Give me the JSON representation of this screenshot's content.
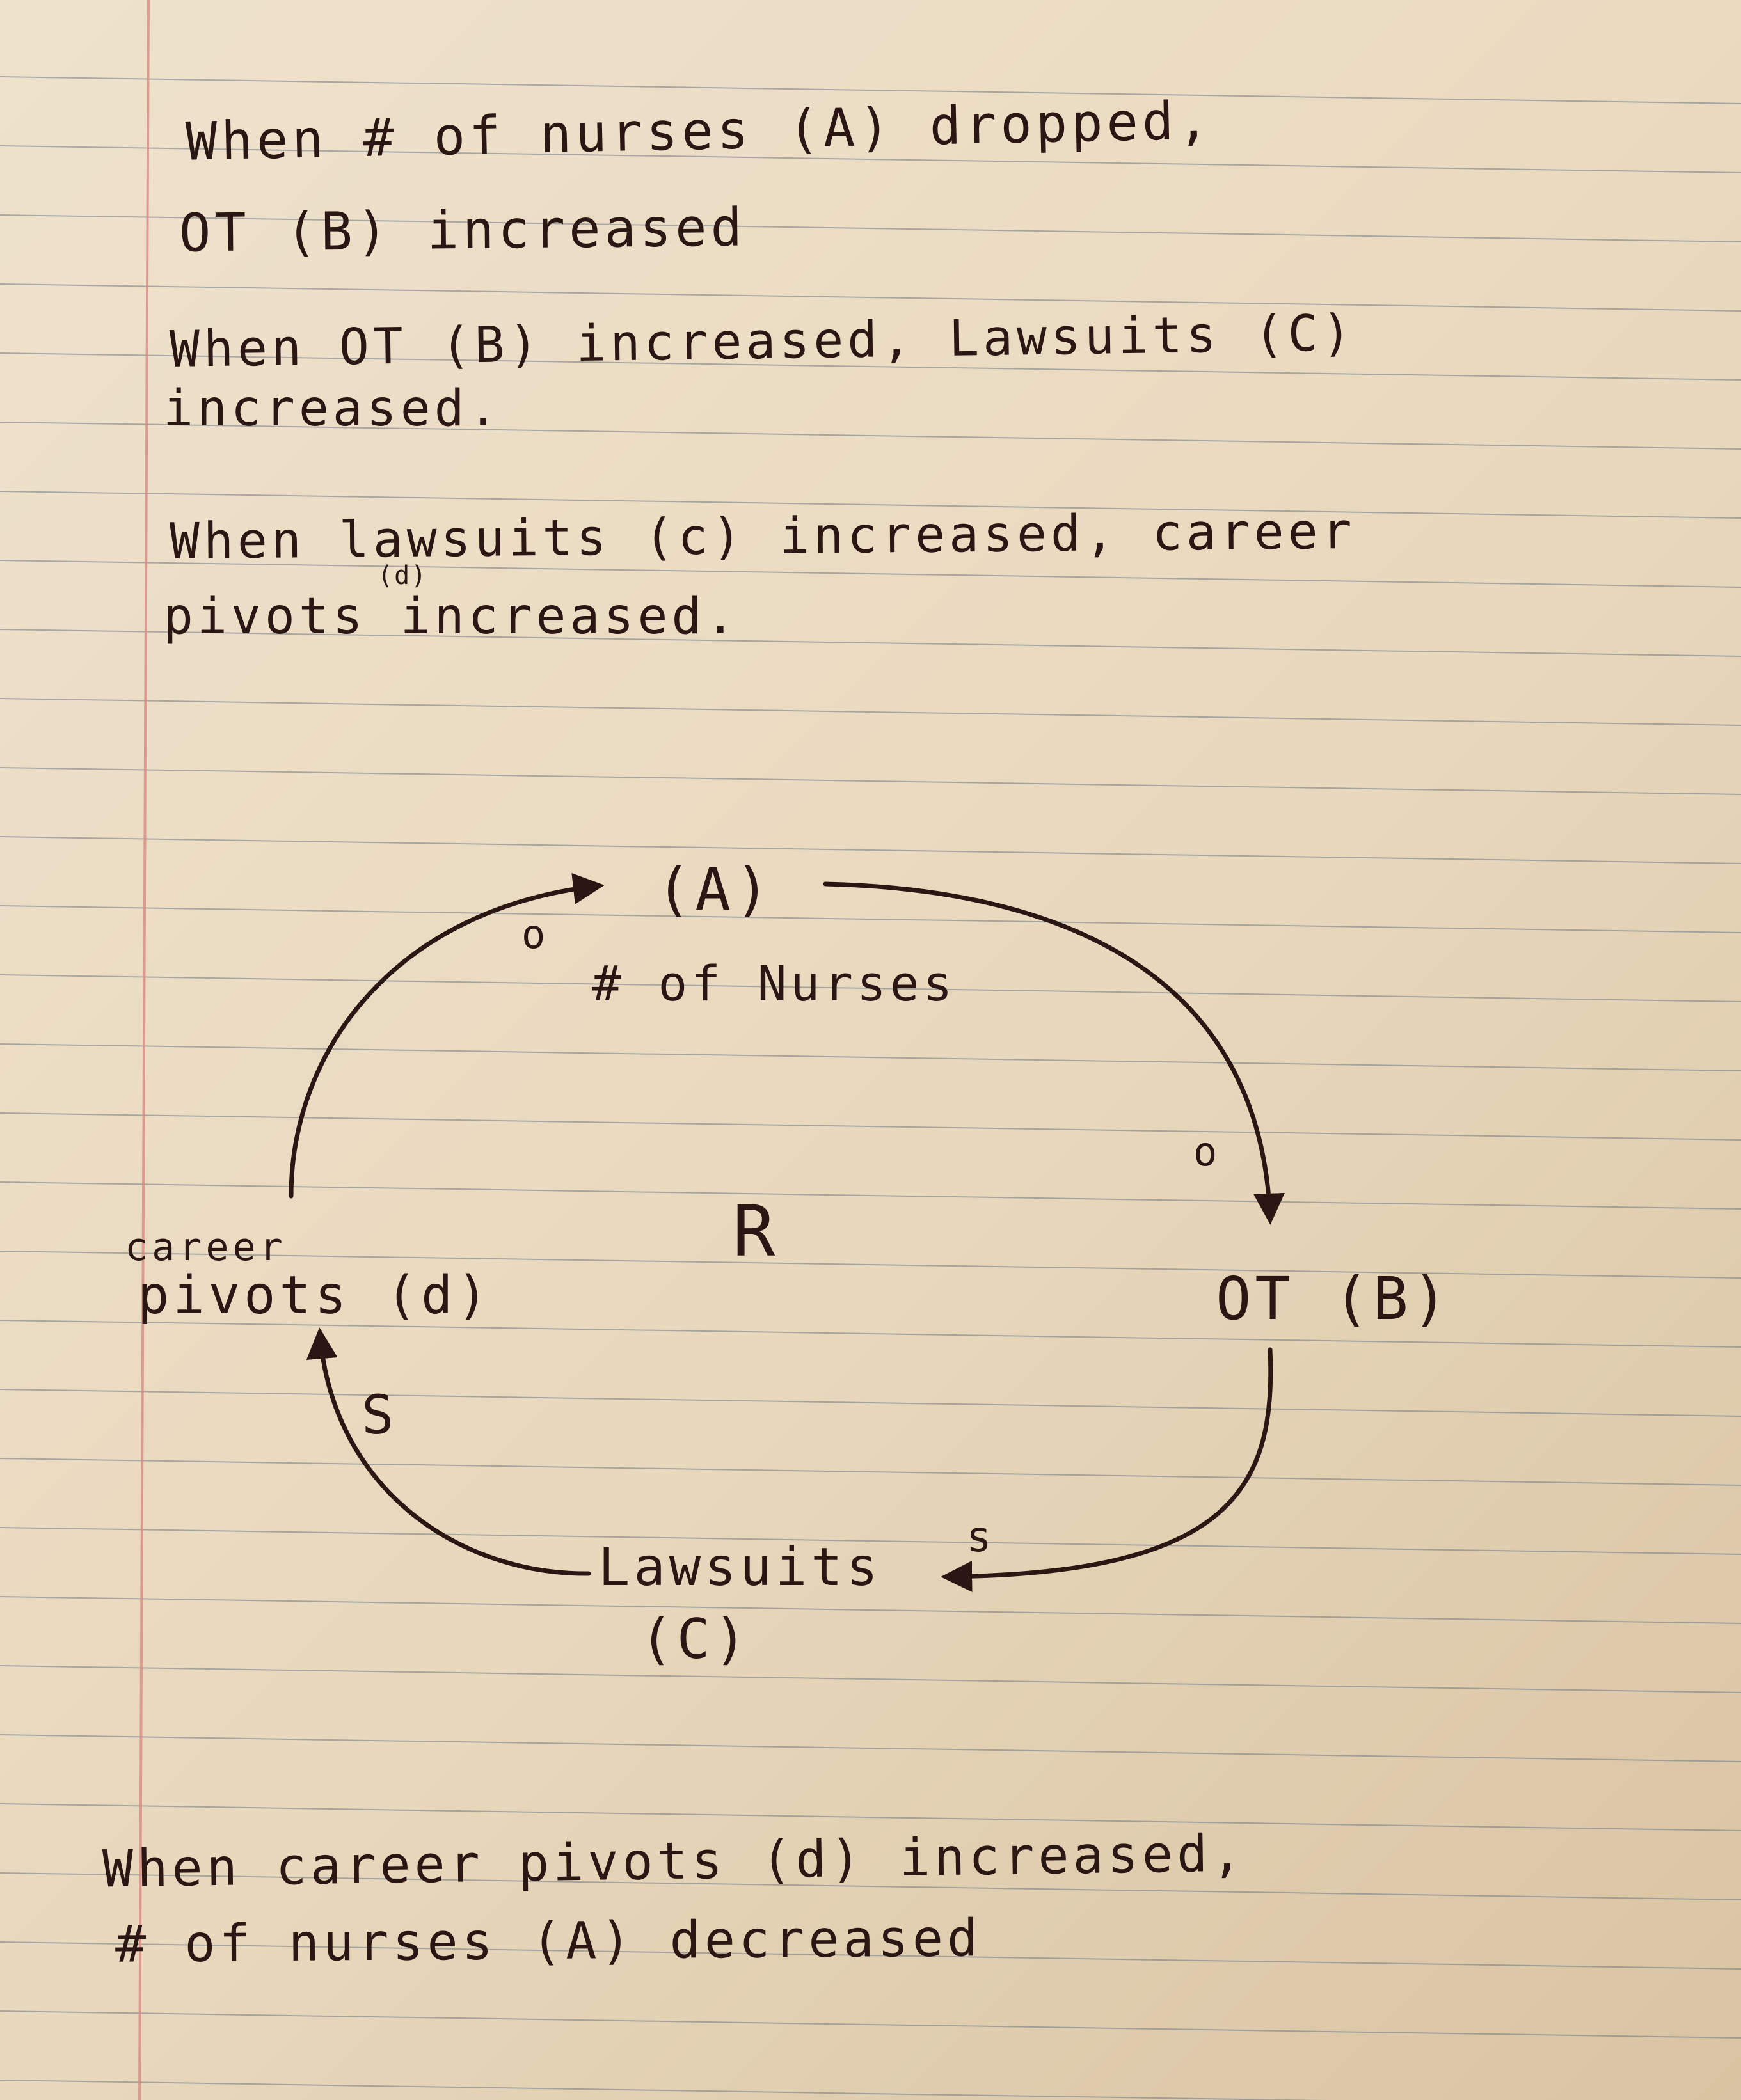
{
  "notes": {
    "note1_line1": "When # of nurses (A) dropped,",
    "note1_line2": "OT (B) increased",
    "note2_line1": "When OT (B) increased, Lawsuits (C)",
    "note2_line2": "increased.",
    "note3_line1": "When lawsuits (c) increased, career",
    "note3_sup": "(d)",
    "note3_line2": "pivots increased.",
    "note4_line1": "When career pivots (d) increased,",
    "note4_line2": "# of nurses (A) decreased"
  },
  "diagram": {
    "node_a_code": "(A)",
    "node_a_label": "# of Nurses",
    "node_b_label": "OT (B)",
    "node_c_label": "Lawsuits",
    "node_c_code": "(C)",
    "node_d_line1": "career",
    "node_d_line2": "pivots (d)",
    "loop_label": "R",
    "polarity_a_to_b": "o",
    "polarity_b_to_c": "s",
    "polarity_c_to_d": "S",
    "polarity_d_to_a": "o"
  },
  "colors": {
    "paper": "#efe2cc",
    "rule_line": "#6f7a86",
    "margin_line": "#d98a84",
    "ink": "#2a1714"
  }
}
